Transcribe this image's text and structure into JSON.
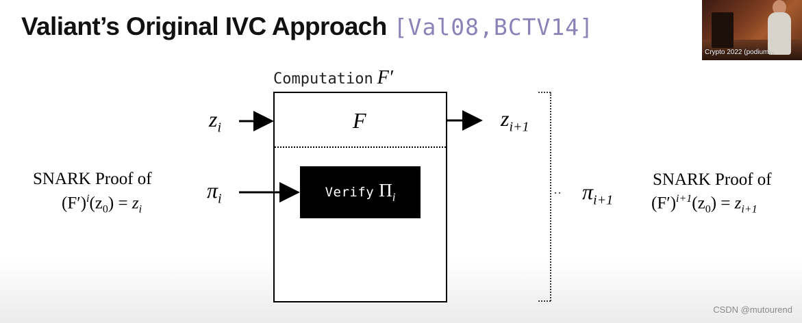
{
  "title": {
    "main": "Valiant’s Original IVC Approach",
    "citation": "[Val08,BCTV14]"
  },
  "computation": {
    "label": "Computation",
    "label_math": "F′",
    "inner_function": "F",
    "verify_label": "Verify",
    "verify_symbol": "Π",
    "verify_subscript": "i"
  },
  "inputs": {
    "z_base": "z",
    "z_sub": "i",
    "pi_base": "π",
    "pi_sub": "i"
  },
  "outputs": {
    "z_base": "z",
    "z_sub": "i+1",
    "pi_base": "π",
    "pi_sub": "i+1"
  },
  "left_snark": {
    "line1": "SNARK Proof of",
    "formula": {
      "open": "(F′)",
      "sup": "i",
      "arg": "(z",
      "arg_sub": "0",
      "close": ") = ",
      "result": "z",
      "result_sub": "i"
    }
  },
  "right_snark": {
    "line1": "SNARK Proof of",
    "formula": {
      "open": "(F′)",
      "sup": "i+1",
      "arg": "(z",
      "arg_sub": "0",
      "close": ") = ",
      "result": "z",
      "result_sub": "i+1"
    }
  },
  "video": {
    "caption": "Crypto 2022 (podium..."
  },
  "watermark": "CSDN @mutourend"
}
